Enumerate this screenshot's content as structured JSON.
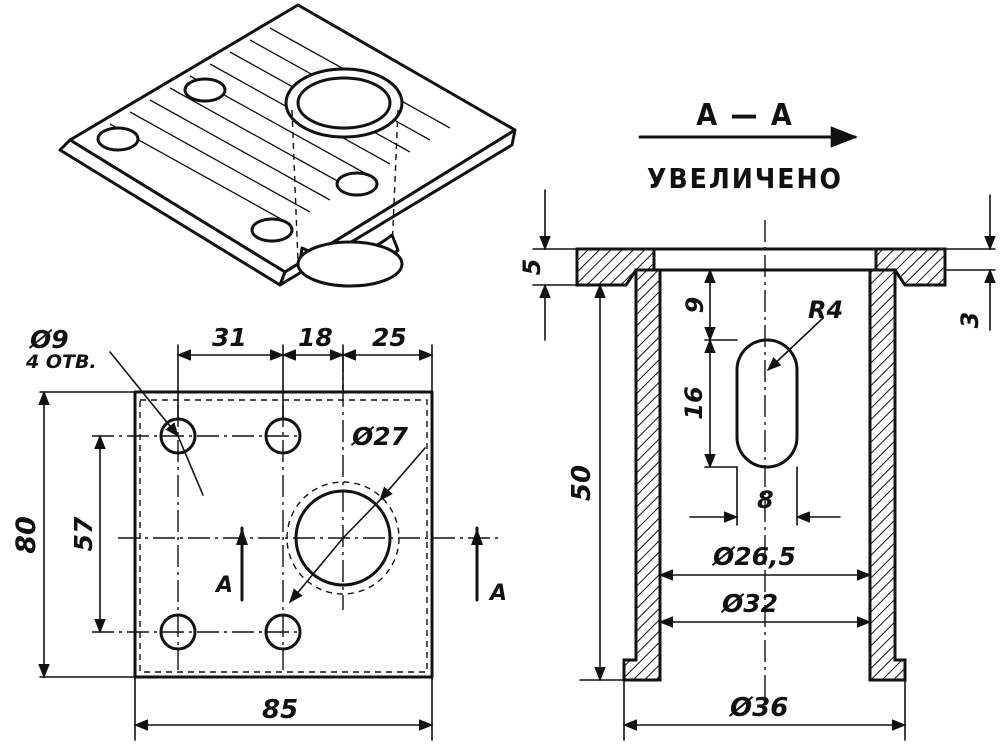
{
  "plan_view": {
    "hole_dia": "Ø9",
    "hole_count": "4 ОТВ.",
    "dim_31": "31",
    "dim_18": "18",
    "dim_25": "25",
    "big_hole_dia": "Ø27",
    "height_total": "80",
    "hole_spacing_vertical": "57",
    "width_total": "85",
    "section_mark_left": "A",
    "section_mark_right": "A"
  },
  "section_view": {
    "title": "A — A",
    "subtitle": "УВЕЛИЧЕНО",
    "flange_thickness": "5",
    "wall_step": "3",
    "slot_offset": "9",
    "slot_radius": "R4",
    "slot_length": "16",
    "slot_width": "8",
    "height": "50",
    "inner_dia": "Ø26,5",
    "mid_dia": "Ø32",
    "outer_dia": "Ø36"
  }
}
